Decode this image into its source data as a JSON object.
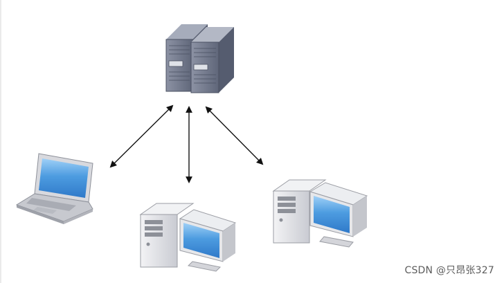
{
  "diagram": {
    "nodes": [
      {
        "id": "server",
        "kind": "server-rack",
        "icon": "server-icon"
      },
      {
        "id": "laptop",
        "kind": "laptop",
        "icon": "laptop-icon"
      },
      {
        "id": "desktop-center",
        "kind": "desktop-computer",
        "icon": "desktop-computer-icon"
      },
      {
        "id": "desktop-right",
        "kind": "desktop-computer",
        "icon": "desktop-computer-icon"
      }
    ],
    "edges": [
      {
        "from": "server",
        "to": "laptop",
        "direction": "bidirectional"
      },
      {
        "from": "server",
        "to": "desktop-center",
        "direction": "bidirectional"
      },
      {
        "from": "server",
        "to": "desktop-right",
        "direction": "bidirectional"
      }
    ],
    "colors": {
      "server_body": "#6f7689",
      "server_face": "#8a91a3",
      "monitor_screen": "#3f8fd8",
      "case_body": "#e3e4e8",
      "arrow": "#111111"
    }
  },
  "watermark": {
    "text": "CSDN @只昂张327"
  }
}
